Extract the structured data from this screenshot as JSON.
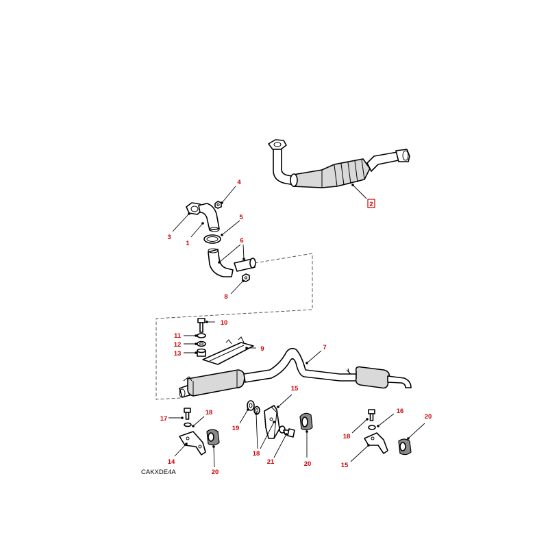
{
  "diagram": {
    "reference_code": "CAKXDE4A",
    "callout_color": "#cc0000",
    "callouts": [
      {
        "label": "1"
      },
      {
        "label": "2"
      },
      {
        "label": "3"
      },
      {
        "label": "4"
      },
      {
        "label": "5"
      },
      {
        "label": "6"
      },
      {
        "label": "7"
      },
      {
        "label": "8"
      },
      {
        "label": "9"
      },
      {
        "label": "10"
      },
      {
        "label": "11"
      },
      {
        "label": "12"
      },
      {
        "label": "13"
      },
      {
        "label": "14"
      },
      {
        "label": "15"
      },
      {
        "label": "15"
      },
      {
        "label": "16"
      },
      {
        "label": "17"
      },
      {
        "label": "18"
      },
      {
        "label": "18"
      },
      {
        "label": "18"
      },
      {
        "label": "19"
      },
      {
        "label": "20"
      },
      {
        "label": "20"
      },
      {
        "label": "20"
      },
      {
        "label": "21"
      }
    ]
  }
}
